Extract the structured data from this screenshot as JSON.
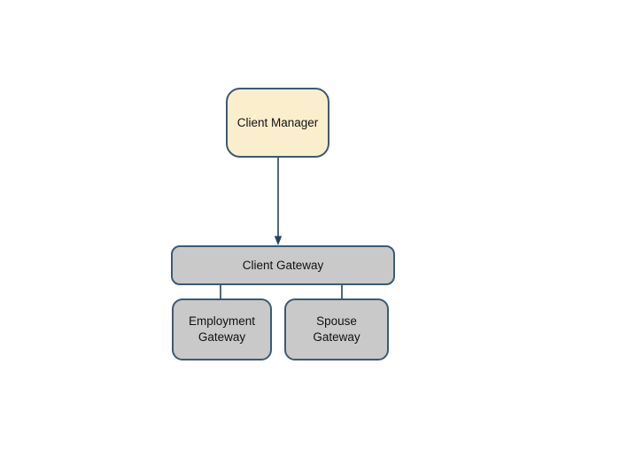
{
  "diagram": {
    "type": "org-chart",
    "background": "#FFFFFF",
    "nodes": {
      "client_manager": {
        "label": "Client Manager",
        "fill": "#FAEECD",
        "border": "#3D5A73",
        "shape": "rounded-rectangle"
      },
      "client_gateway": {
        "label": "Client Gateway",
        "fill": "#C9C9C9",
        "border": "#3D5A73",
        "shape": "rounded-rectangle"
      },
      "employment_gateway": {
        "label": "Employment Gateway",
        "fill": "#C9C9C9",
        "border": "#3D5A73",
        "shape": "rounded-rectangle"
      },
      "spouse_gateway": {
        "label": "Spouse Gateway",
        "fill": "#C9C9C9",
        "border": "#3D5A73",
        "shape": "rounded-rectangle"
      }
    },
    "edges": [
      {
        "from": "client_manager",
        "to": "client_gateway",
        "style": "arrow",
        "color": "#1F4565"
      },
      {
        "from": "client_gateway",
        "to": "employment_gateway",
        "style": "line",
        "color": "#1F4565"
      },
      {
        "from": "client_gateway",
        "to": "spouse_gateway",
        "style": "line",
        "color": "#1F4565"
      }
    ],
    "colors": {
      "node_border": "#3D5A73",
      "node_fill_cream": "#FAEECD",
      "node_fill_gray": "#C9C9C9",
      "connector": "#1F4565",
      "text": "#111111",
      "background": "#FFFFFF"
    }
  }
}
